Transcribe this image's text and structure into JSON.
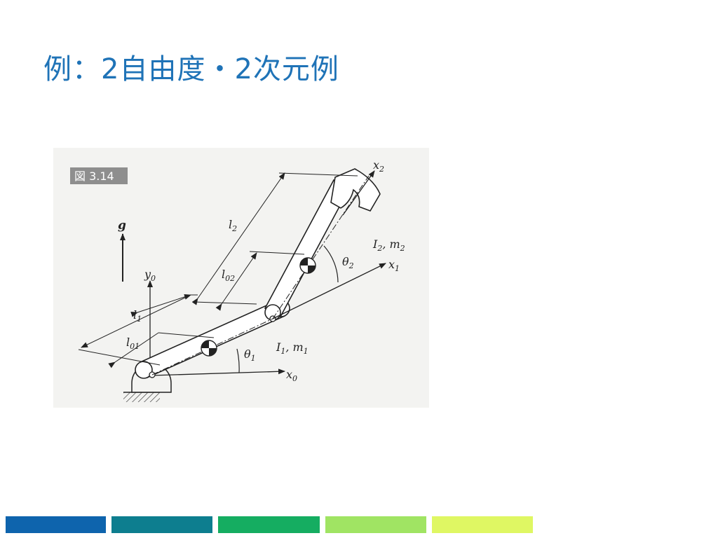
{
  "slide": {
    "title": "例：2自由度・2次元例"
  },
  "figure": {
    "badge": "図 3.14",
    "gravity": "g",
    "labels": {
      "x0": "x",
      "x0_sub": "0",
      "y0": "y",
      "y0_sub": "0",
      "x1": "x",
      "x1_sub": "1",
      "x2": "x",
      "x2_sub": "2",
      "l1": "l",
      "l1_sub": "1",
      "l01": "l",
      "l01_sub": "01",
      "l2": "l",
      "l2_sub": "2",
      "l02": "l",
      "l02_sub": "02",
      "theta1": "θ",
      "theta1_sub": "1",
      "theta2": "θ",
      "theta2_sub": "2",
      "link1_I": "I",
      "link1_I_sub": "1",
      "link1_sep": ", ",
      "link1_m": "m",
      "link1_m_sub": "1",
      "link2_I": "I",
      "link2_I_sub": "2",
      "link2_sep": ", ",
      "link2_m": "m",
      "link2_m_sub": "2"
    }
  },
  "footer": {
    "colors": [
      "#0e64ad",
      "#0d7e8f",
      "#15ad61",
      "#a0e463",
      "#dff763"
    ]
  }
}
